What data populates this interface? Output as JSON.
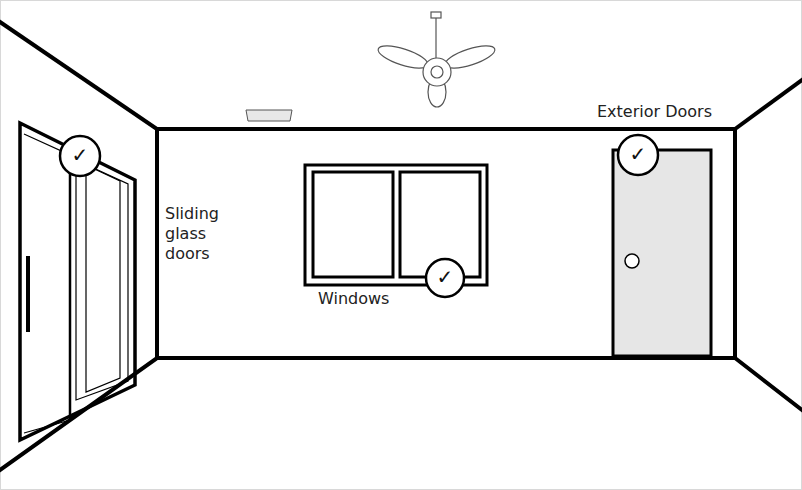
{
  "diagram": {
    "labels": [
      "Sliding glass doors",
      "Windows",
      "Exterior Doors",
      "✓",
      "✓",
      "✓"
    ]
  }
}
